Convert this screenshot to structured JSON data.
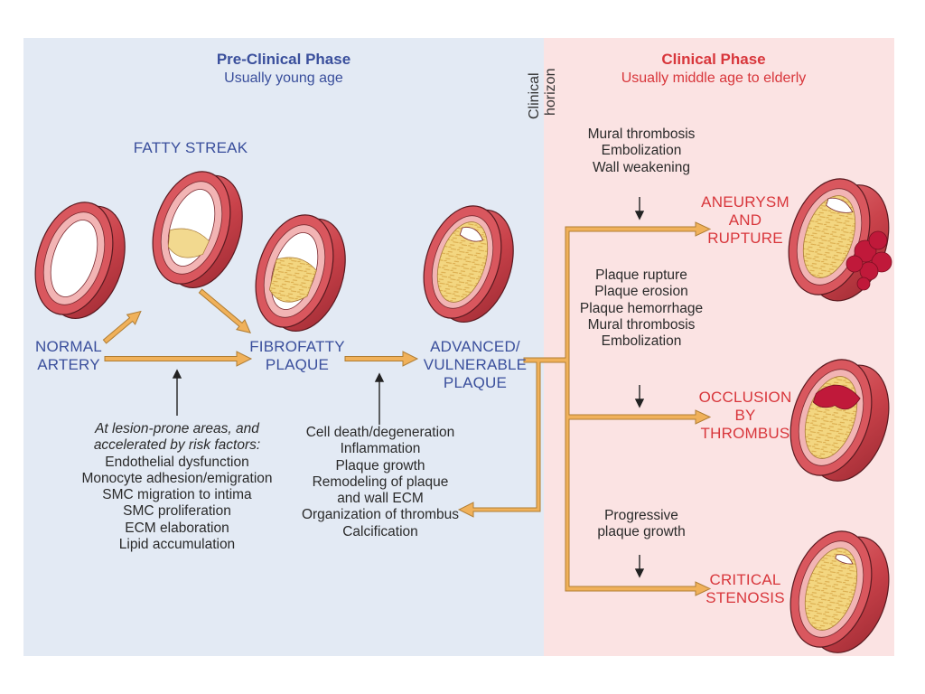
{
  "preclinical": {
    "title": "Pre-Clinical Phase",
    "subtitle": "Usually young age",
    "bg": "#e3eaf4"
  },
  "clinical": {
    "title": "Clinical Phase",
    "subtitle": "Usually middle age to elderly",
    "bg": "#fbe3e3"
  },
  "horizon": {
    "line1": "Clinical",
    "line2": "horizon"
  },
  "stages": {
    "normal": [
      "NORMAL",
      "ARTERY"
    ],
    "fatty_streak": "FATTY STREAK",
    "fibrofatty": [
      "FIBROFATTY",
      "PLAQUE"
    ],
    "advanced": [
      "ADVANCED/",
      "VULNERABLE",
      "PLAQUE"
    ],
    "aneurysm": [
      "ANEURYSM",
      "AND",
      "RUPTURE"
    ],
    "occlusion": [
      "OCCLUSION",
      "BY",
      "THROMBUS"
    ],
    "stenosis": [
      "CRITICAL",
      "STENOSIS"
    ]
  },
  "risk_factors": {
    "intro1": "At lesion-prone areas, and",
    "intro2": "accelerated by risk factors:",
    "items": [
      "Endothelial dysfunction",
      "Monocyte adhesion/emigration",
      "SMC migration to intima",
      "SMC proliferation",
      "ECM elaboration",
      "Lipid accumulation"
    ]
  },
  "progression_factors": [
    "Cell death/degeneration",
    "Inflammation",
    "Plaque growth",
    "Remodeling of plaque",
    "and wall ECM",
    "Organization of thrombus",
    "Calcification"
  ],
  "aneurysm_causes": [
    "Mural thrombosis",
    "Embolization",
    "Wall weakening"
  ],
  "occlusion_causes": [
    "Plaque rupture",
    "Plaque erosion",
    "Plaque hemorrhage",
    "Mural thrombosis",
    "Embolization"
  ],
  "stenosis_causes": [
    "Progressive",
    "plaque growth"
  ],
  "colors": {
    "arrow": "#f0b15a",
    "arrow_outline": "#b07d33",
    "artery_wall": "#c9424a",
    "artery_inner": "#f2b4b4",
    "plaque": "#f3d680",
    "thrombus": "#c0193a"
  }
}
